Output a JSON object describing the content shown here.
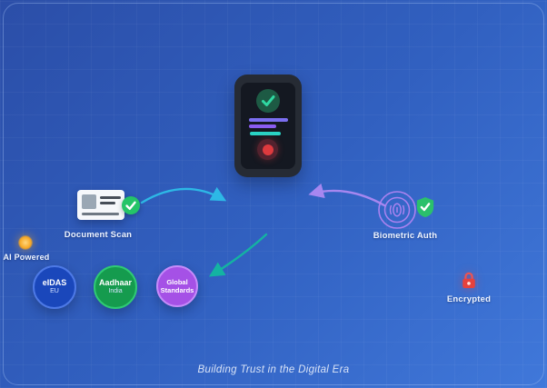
{
  "caption": "Building Trust in the Digital Era",
  "nodes": {
    "document_scan": {
      "label": "Document Scan"
    },
    "biometric_auth": {
      "label": "Biometric Auth"
    },
    "ai_powered": {
      "label": "AI Powered"
    },
    "encrypted": {
      "label": "Encrypted"
    },
    "eidas": {
      "name": "eIDAS",
      "region": "EU"
    },
    "aadhaar": {
      "name": "Aadhaar",
      "region": "India"
    },
    "global_standards": {
      "line1": "Global",
      "line2": "Standards"
    }
  },
  "icons": {
    "phone-icon": "smartphone with verification screen",
    "verified-check-circle-icon": "✓",
    "shield-check-icon": "✓",
    "fingerprint-icon": "concentric purple rings",
    "id-card-icon": "white identity card",
    "lock-icon": "red padlock",
    "glow-dot-icon": "orange glowing dot",
    "record-dot-icon": "red record button",
    "arrow-document-to-phone": "cyan curved arrow",
    "arrow-biometric-to-phone": "purple curved arrow",
    "arrow-phone-to-standards": "teal curved arrow"
  },
  "colors": {
    "background_top_left": "#2b4ea8",
    "background_bottom_right": "#4078da",
    "arrow_cyan": "#2db8e6",
    "arrow_purple": "#a687f0",
    "arrow_teal": "#14b3a2",
    "badge_green": "#24c468",
    "eidas_blue": "#1a47bb",
    "aadhaar_green": "#159b4e",
    "global_purple": "#a551e6",
    "ai_orange": "#f6a623",
    "encrypted_red": "#e5423e",
    "phone_body": "#262b34",
    "phone_screen": "#141821"
  }
}
